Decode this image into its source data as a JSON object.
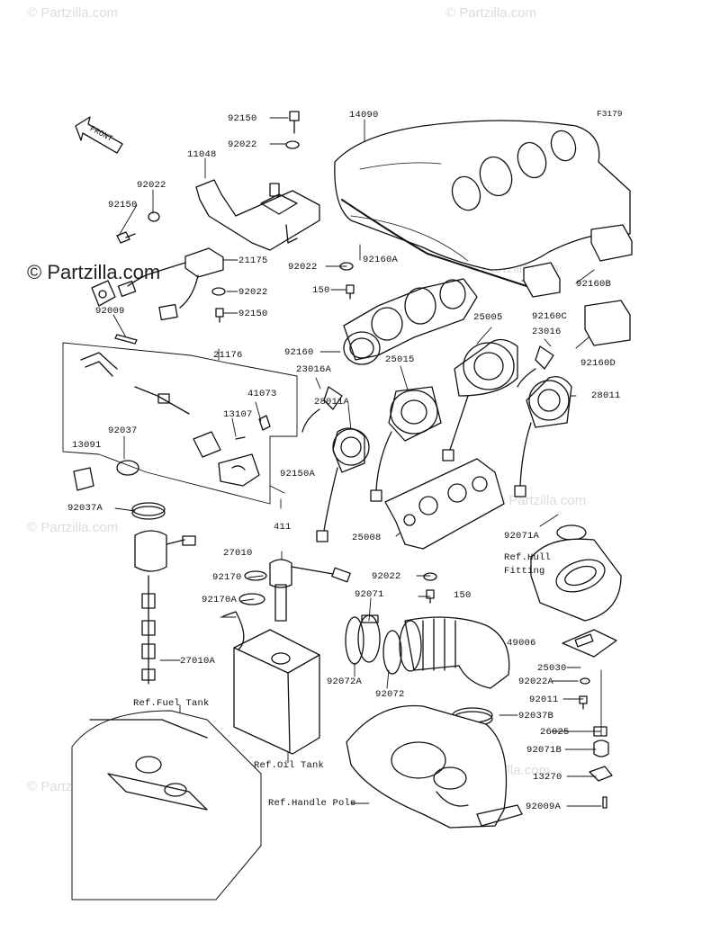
{
  "diagram_code": "F3179",
  "watermarks": {
    "main": "© Partzilla.com",
    "faint": "© Partzilla.com"
  },
  "front_label": "FRONT",
  "parts": {
    "p92150_top": "92150",
    "p14090": "14090",
    "p92022_top": "92022",
    "p11048": "11048",
    "p92022_left": "92022",
    "p92150_left": "92150",
    "p21175": "21175",
    "p92022_mid": "92022",
    "p92150_mid": "92150",
    "p92009": "92009",
    "p92022_center": "92022",
    "p92160A": "92160A",
    "p150_top": "150",
    "p92160": "92160",
    "p21176": "21176",
    "p41073": "41073",
    "p13107": "13107",
    "p92037": "92037",
    "p13091": "13091",
    "p92037A": "92037A",
    "p92150A": "92150A",
    "p411": "411",
    "p27010": "27010",
    "p92170": "92170",
    "p92170A": "92170A",
    "p27010A": "27010A",
    "p23016A": "23016A",
    "p25015": "25015",
    "p25005": "25005",
    "p23016": "23016",
    "p28011A": "28011A",
    "p28011": "28011",
    "p92160B": "92160B",
    "p92160C": "92160C",
    "p92160D": "92160D",
    "p25008": "25008",
    "p92071A": "92071A",
    "p92022_low": "92022",
    "p150_low": "150",
    "p92071": "92071",
    "p49006": "49006",
    "p92072A": "92072A",
    "p92072": "92072",
    "p25030": "25030",
    "p92022A": "92022A",
    "p92011": "92011",
    "p92037B": "92037B",
    "p26025": "26025",
    "p92071B": "92071B",
    "p13270": "13270",
    "p92009A": "92009A"
  },
  "refs": {
    "hull_fitting_1": "Ref.Hull",
    "hull_fitting_2": "Fitting",
    "fuel_tank": "Ref.Fuel Tank",
    "oil_tank": "Ref.Oil Tank",
    "handle_pole": "Ref.Handle Pole"
  }
}
